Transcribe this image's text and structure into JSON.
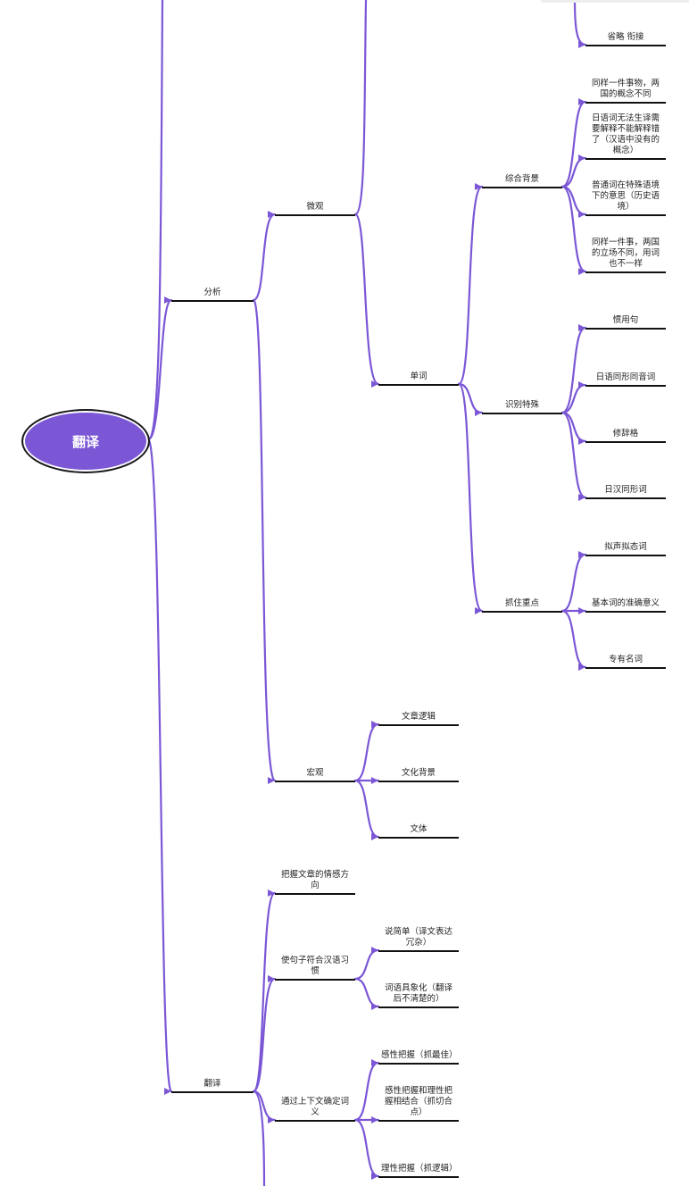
{
  "root": {
    "label": "翻译"
  },
  "branches": {
    "fenxi": "分析",
    "weiguan": "微观",
    "shenglue": "省略 衔接",
    "zonghe": "综合背景",
    "tongyang1": "同样一件事物，两国的概念不同",
    "riyuci": "日语词无法生译需要解释不能解释错了（汉语中没有的概念）",
    "putongci": "普通词在特殊语境下的意思（历史语境）",
    "tongyang2": "同样一件事，两国的立场不同，用词也不一样",
    "danci": "单词",
    "shibie": "识别特殊",
    "guanyongju": "惯用句",
    "tongxing_yin": "日语同形同音词",
    "xiuci": "修辞格",
    "rihan": "日汉同形词",
    "zhuazhu": "抓住重点",
    "nisheng": "拟声拟态词",
    "jiben": "基本词的准确意义",
    "zhuanyou": "专有名词",
    "hongguan": "宏观",
    "luoji": "文章逻辑",
    "wenhua": "文化背景",
    "wenti": "文体",
    "fanyi": "翻译",
    "qinggan": "把握文章的情感方向",
    "shiju": "使句子符合汉语习惯",
    "shuojian": "说简单（译文表达冗杂）",
    "ciyu": "词语具象化（翻译后不清楚的）",
    "tongguo": "通过上下文确定词义",
    "ganxing": "感性把握（抓最佳）",
    "jiehe": "感性把握和理性把握相结合（抓切合点）",
    "lixing": "理性把握（抓逻辑）"
  },
  "colors": {
    "connector": "#7b57d6",
    "root_fill": "#7b57d6",
    "underline": "#111111"
  }
}
